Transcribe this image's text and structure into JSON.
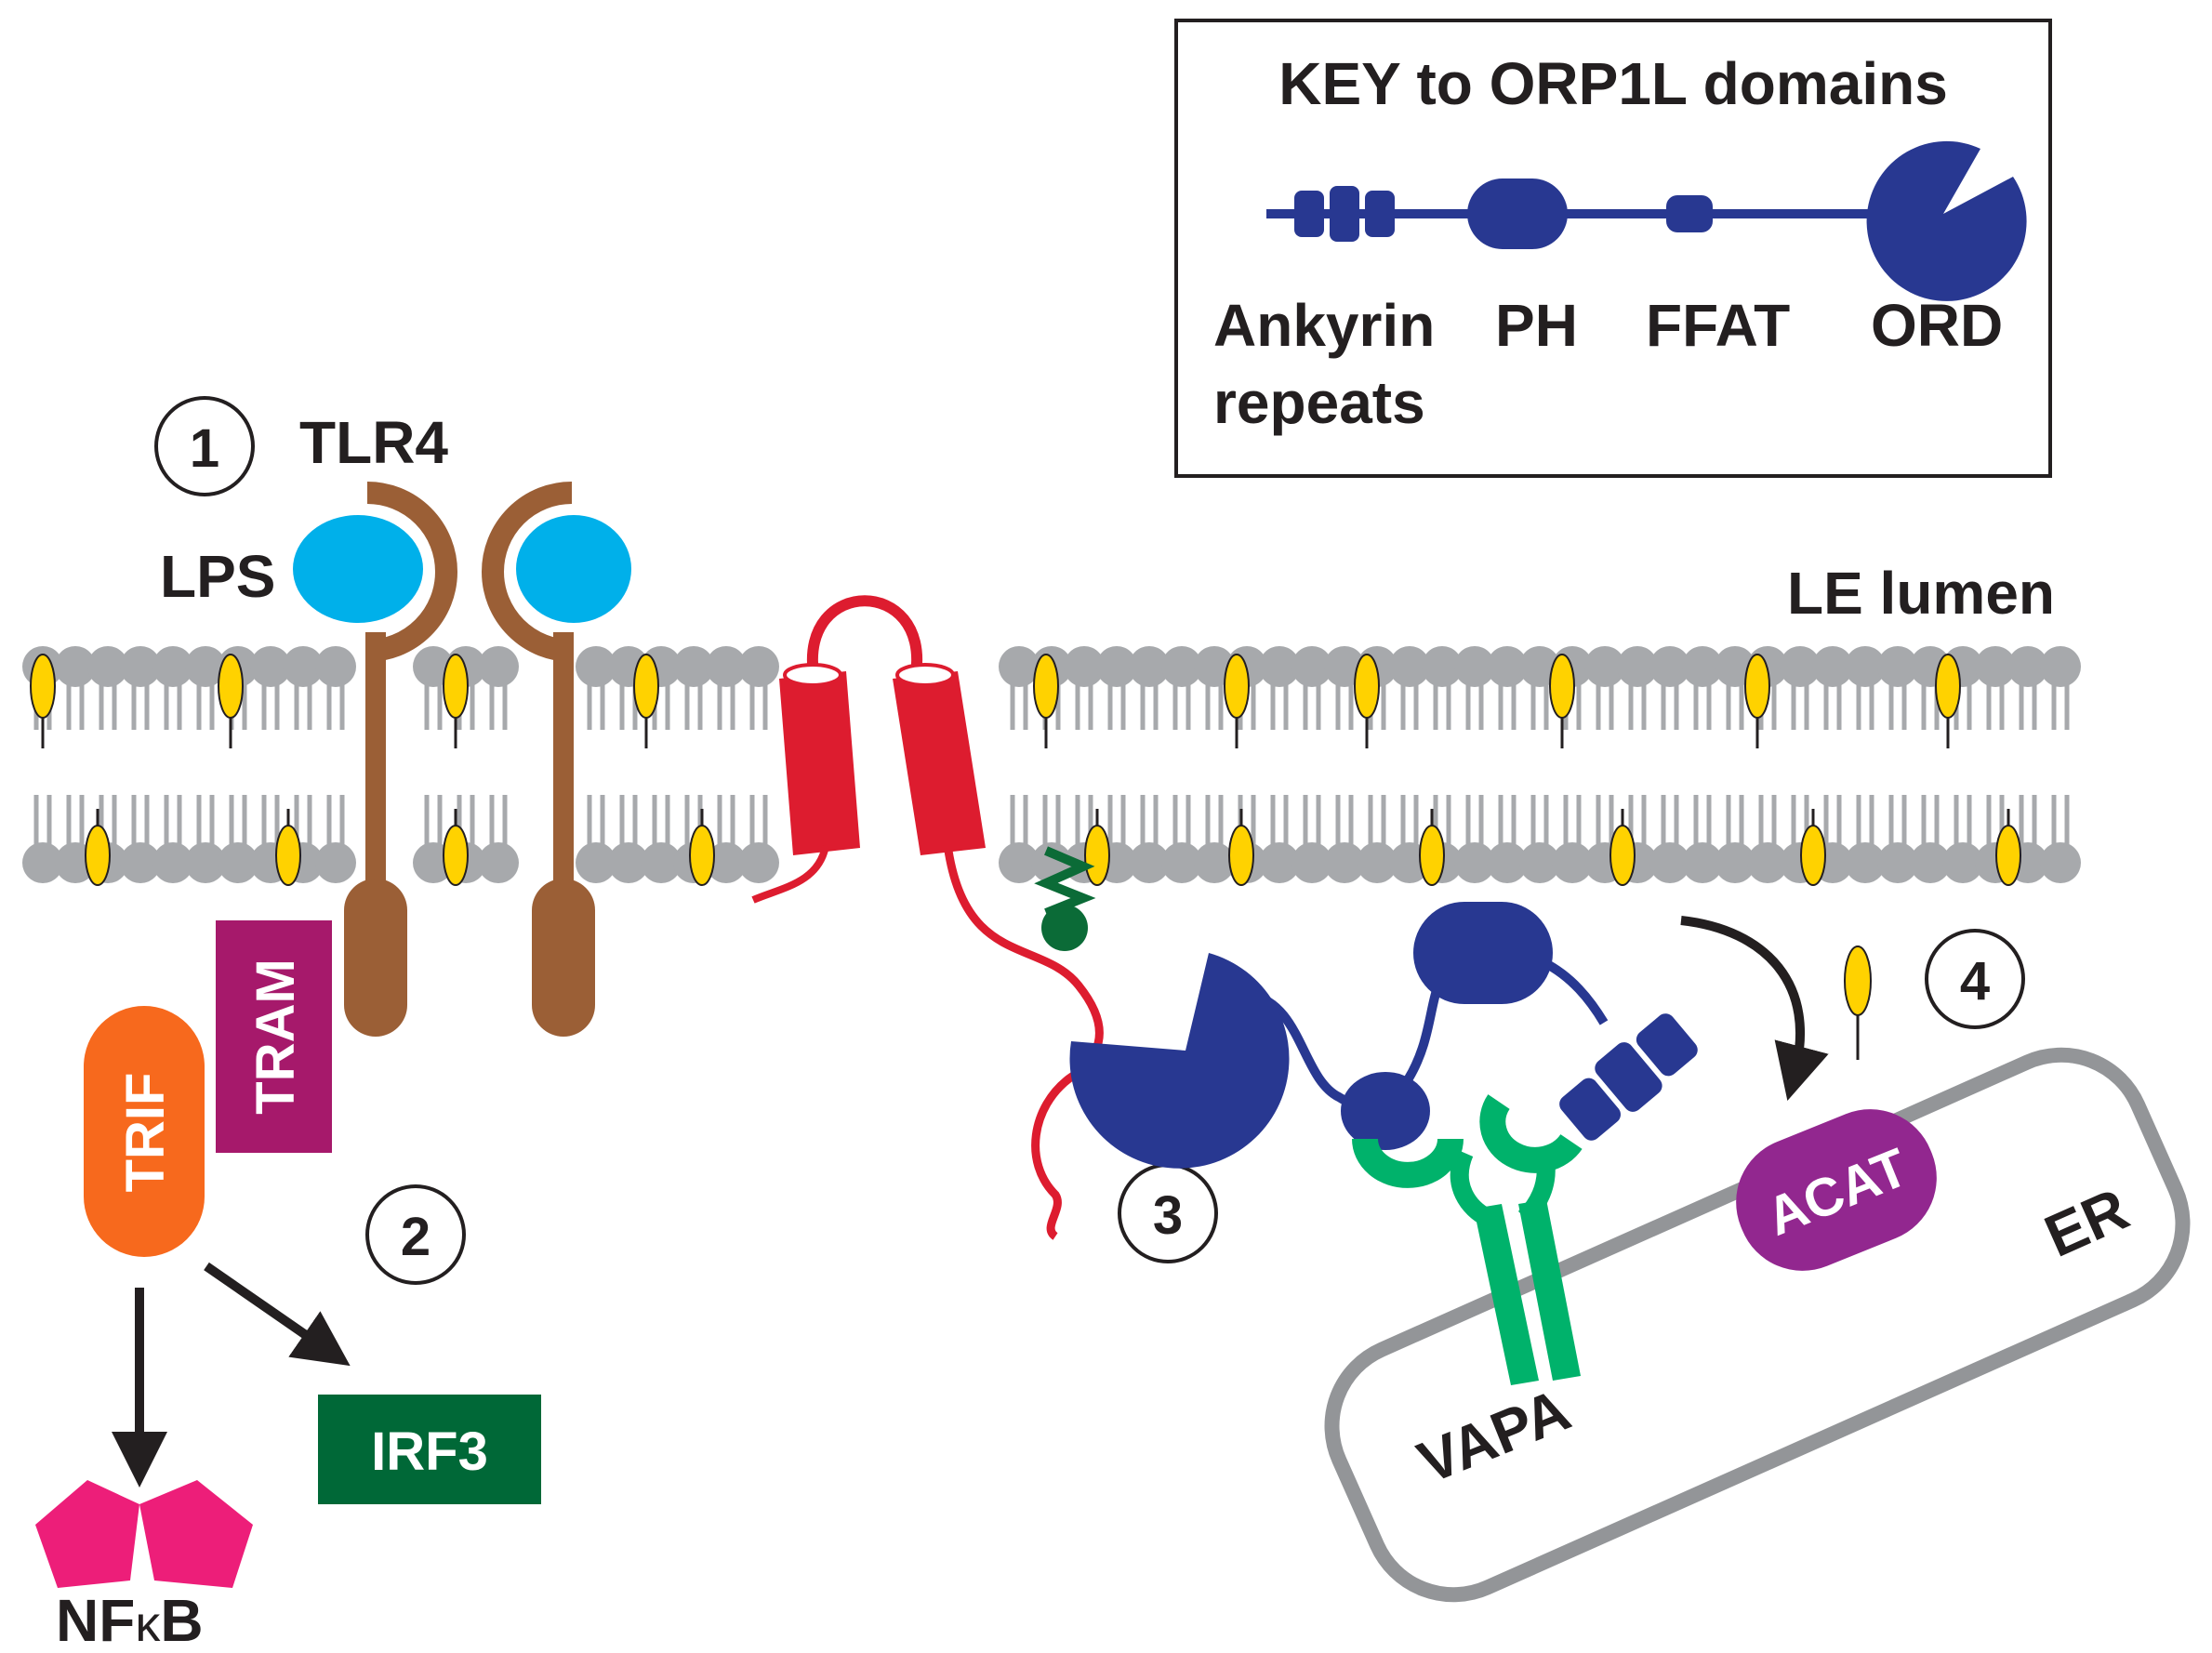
{
  "key": {
    "title": "KEY to ORP1L domains",
    "ankyrin_line1": "Ankyrin",
    "ankyrin_line2": "repeats",
    "ph": "PH",
    "ffat": "FFAT",
    "ord": "ORD"
  },
  "labels": {
    "tlr4": "TLR4",
    "lps": "LPS",
    "le_lumen": "LE lumen",
    "tram": "TRAM",
    "trif": "TRIF",
    "irf3": "IRF3",
    "nfkb_pre": "NF",
    "nfkb_kappa": "κ",
    "nfkb_post": "B",
    "vapa": "VAPA",
    "acat": "ACAT",
    "er": "ER"
  },
  "steps": [
    "1",
    "2",
    "3",
    "4"
  ],
  "colors": {
    "orp1l": "#283891",
    "tlr4": "#9b5f36",
    "lps": "#00b0ea",
    "lipid": "#a7a9ac",
    "cholesterol": "#ffd200",
    "rab7": "#dd1c2f",
    "tram": "#a6196b",
    "trif": "#f7691d",
    "irf3": "#006837",
    "nfkb": "#ed1e79",
    "vapa": "#00b26b",
    "acat": "#92278f",
    "er": "#939598",
    "anchor": "#0b6b37"
  }
}
